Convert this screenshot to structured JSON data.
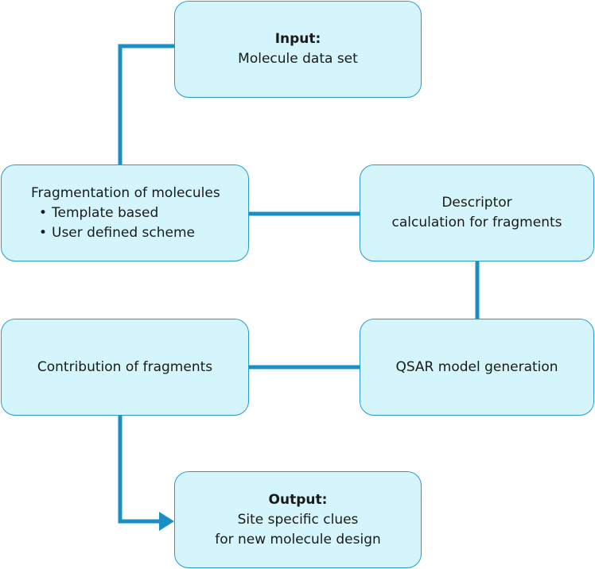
{
  "colors": {
    "box_fill": "#d4f5fb",
    "box_border": "#2a9bc6",
    "connector": "#1a8fc4"
  },
  "nodes": {
    "input": {
      "heading": "Input:",
      "text": "Molecule data set"
    },
    "fragmentation": {
      "title": "Fragmentation of molecules",
      "bullets": [
        "Template based",
        "User defined scheme"
      ]
    },
    "descriptor": {
      "line1": "Descriptor",
      "line2": "calculation for fragments"
    },
    "qsar": {
      "text": "QSAR model generation"
    },
    "contribution": {
      "text": "Contribution of fragments"
    },
    "output": {
      "heading": "Output:",
      "line1": "Site specific clues",
      "line2": "for new molecule design"
    }
  }
}
